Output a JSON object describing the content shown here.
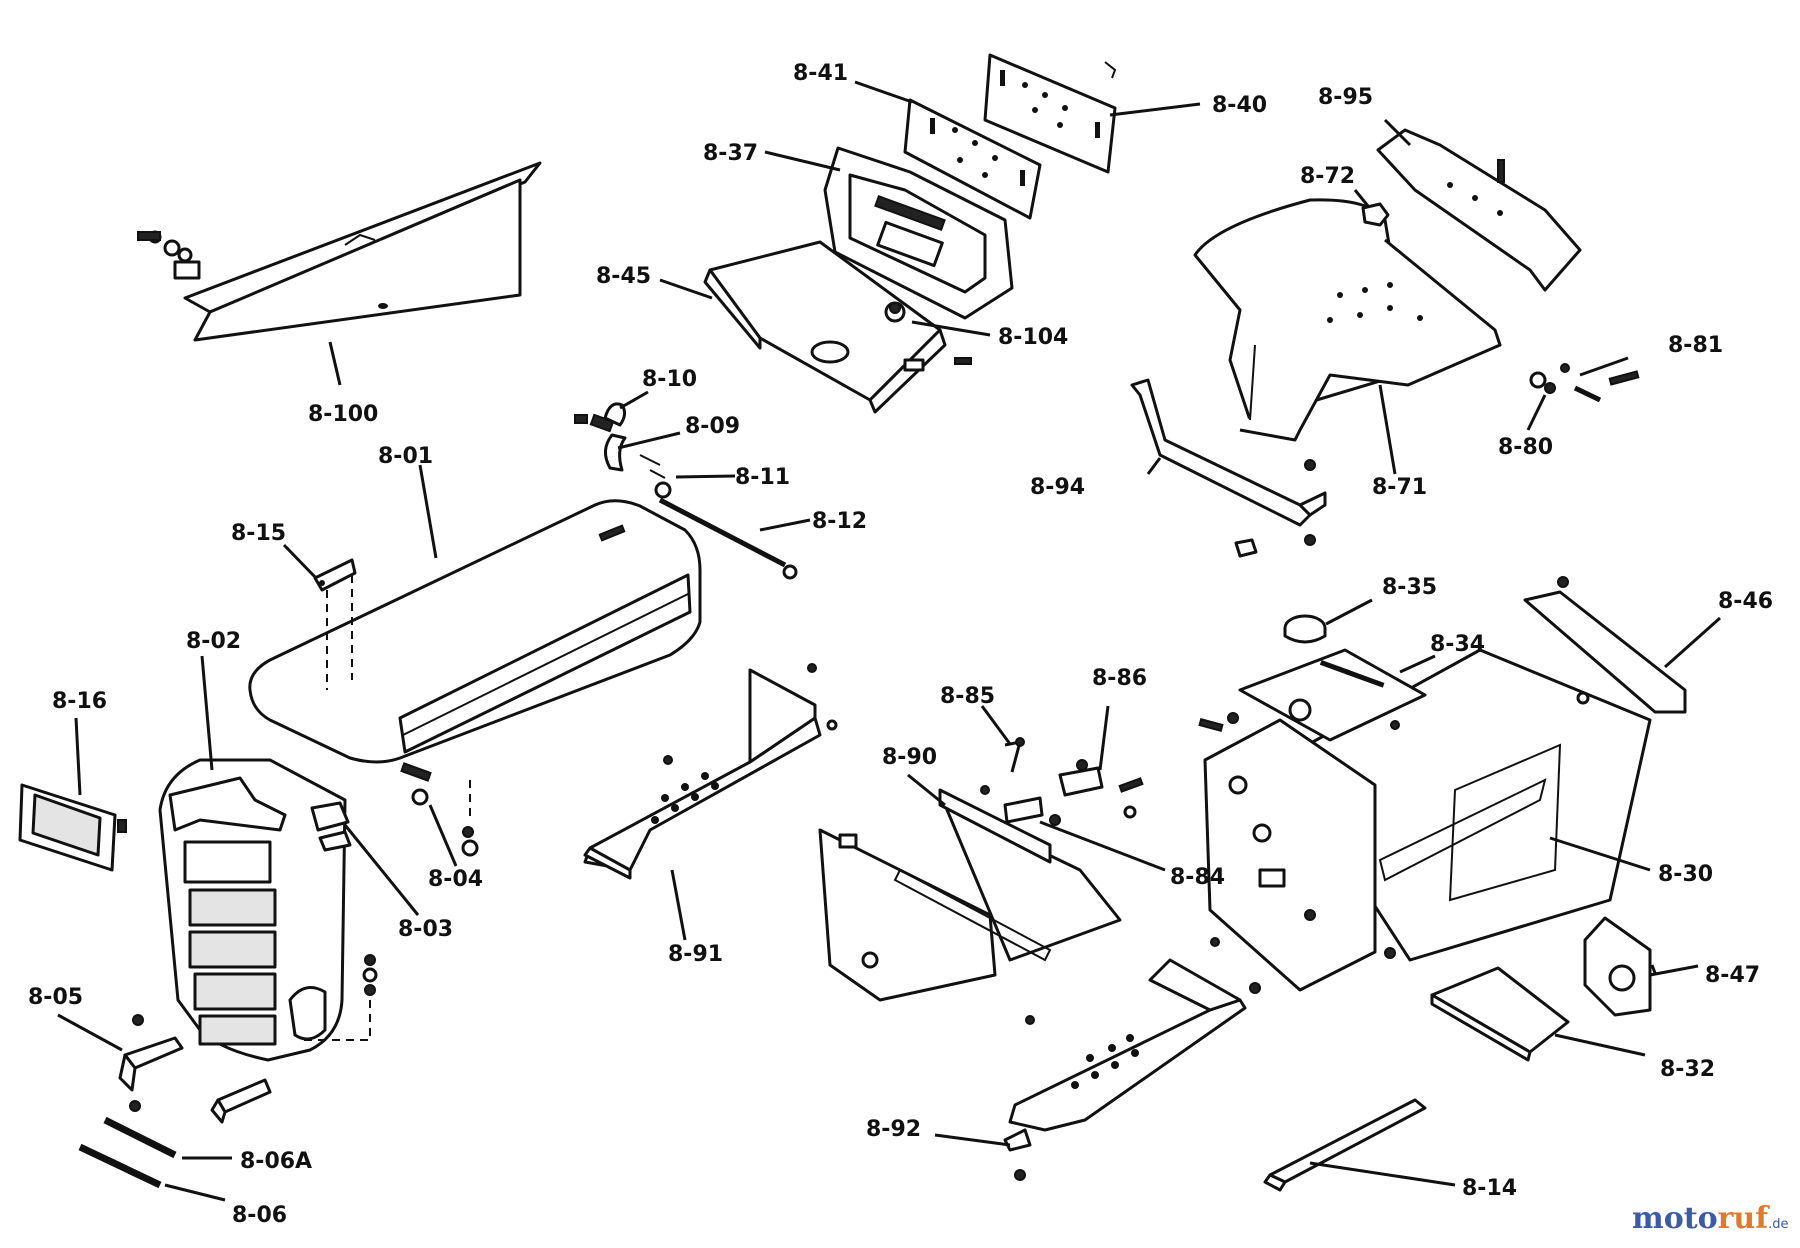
{
  "diagram": {
    "title": "Tractor body and frame parts",
    "labels": {
      "p8_41": "8-41",
      "p8_40": "8-40",
      "p8_95": "8-95",
      "p8_37": "8-37",
      "p8_72": "8-72",
      "p8_45": "8-45",
      "p8_104": "8-104",
      "p8_81": "8-81",
      "p8_100": "8-100",
      "p8_10": "8-10",
      "p8_09": "8-09",
      "p8_80": "8-80",
      "p8_11": "8-11",
      "p8_01": "8-01",
      "p8_94": "8-94",
      "p8_71": "8-71",
      "p8_12": "8-12",
      "p8_15": "8-15",
      "p8_35": "8-35",
      "p8_46": "8-46",
      "p8_02": "8-02",
      "p8_34": "8-34",
      "p8_85": "8-85",
      "p8_86": "8-86",
      "p8_16": "8-16",
      "p8_90": "8-90",
      "p8_04": "8-04",
      "p8_84": "8-84",
      "p8_30": "8-30",
      "p8_03": "8-03",
      "p8_91": "8-91",
      "p8_05": "8-05",
      "p8_47": "8-47",
      "p8_32": "8-32",
      "p8_92": "8-92",
      "p8_06A": "8-06A",
      "p8_14": "8-14",
      "p8_06": "8-06"
    }
  },
  "watermark": {
    "part1": "moto",
    "part2": "ruf",
    "suffix": ".de"
  }
}
